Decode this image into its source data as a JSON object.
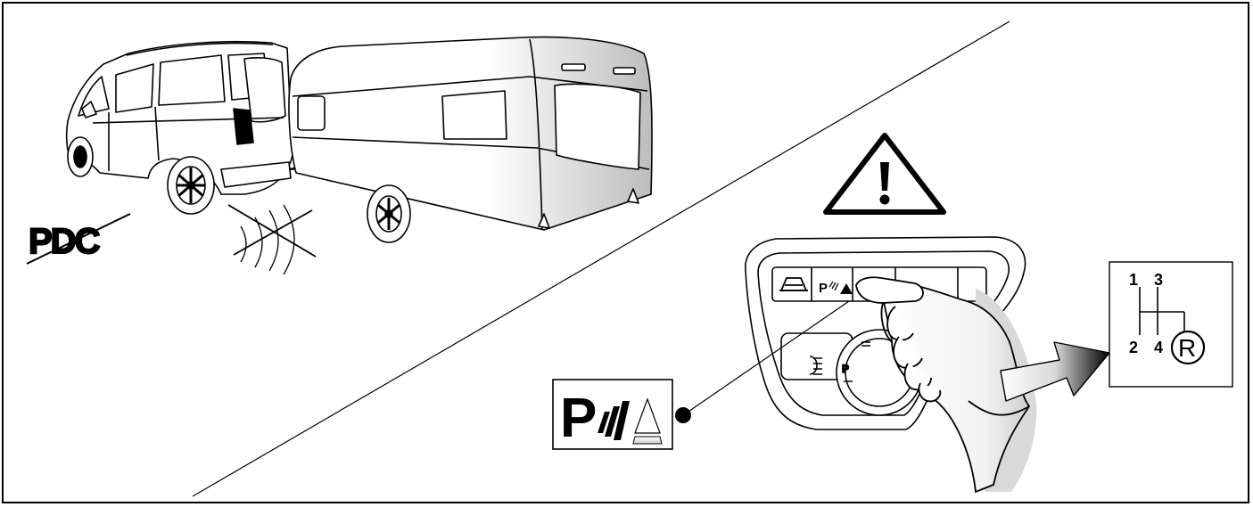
{
  "illustration": {
    "pdc_label": "PDC",
    "parking_symbol_letter": "P",
    "gear_labels": [
      "1",
      "3",
      "2",
      "4",
      "R"
    ],
    "colors": {
      "line": "#000000",
      "background": "#ffffff",
      "shade_light": "#e6e6e6",
      "shade_mid": "#bfbfbf"
    },
    "icons": [
      "warning-triangle-icon",
      "parking-sensor-icon",
      "camera-car-icon",
      "fog-light-icon",
      "arrow-right-icon"
    ]
  }
}
